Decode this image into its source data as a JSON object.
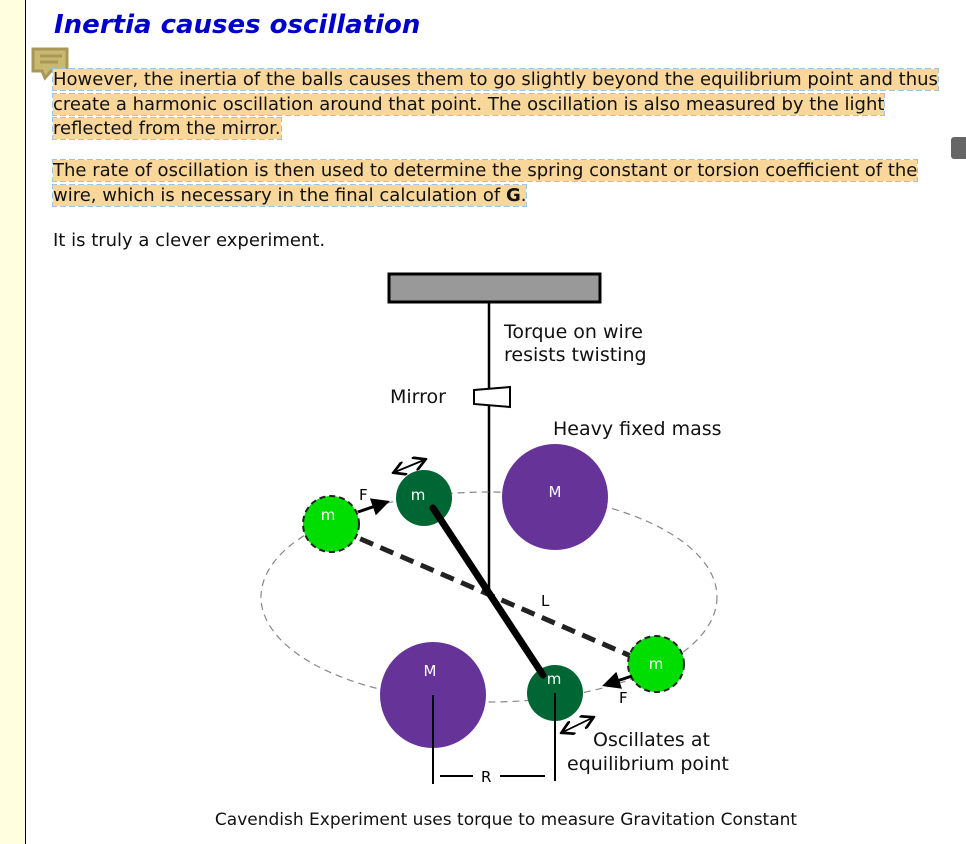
{
  "heading": "Inertia causes oscillation",
  "paragraphs": {
    "p1": "However, the inertia of the balls causes them to go slightly beyond the equilibrium point and thus create a harmonic oscillation around that point. The oscillation is also measured by the light reflected from the mirror.",
    "p2_before": "The rate of oscillation is then used to determine the spring constant or torsion coefficient of the wire, which is necessary in the final calculation of ",
    "p2_bold": "G",
    "p2_after": ".",
    "p3": "It is truly a clever experiment."
  },
  "diagram": {
    "torque_line1": "Torque on wire",
    "torque_line2": "resists twisting",
    "mirror": "Mirror",
    "heavy_mass": "Heavy fixed mass",
    "big_mass": "M",
    "small_mass": "m",
    "force": "F",
    "length": "L",
    "radius": "R",
    "osc_line1": "Oscillates at",
    "osc_line2": "equilibrium point",
    "colors": {
      "heavy": "#663399",
      "small_dark": "#006633",
      "small_light": "#00dd00",
      "bar": "#999999"
    }
  },
  "caption": "Cavendish Experiment uses torque to measure Gravitation Constant"
}
